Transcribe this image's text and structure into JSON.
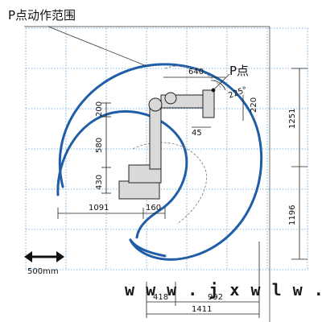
{
  "title": "P点动作范围",
  "p_label": "P点",
  "dimensions": {
    "reach_640": "640",
    "angle_225": "225°",
    "offset_220": "220",
    "offset_45": "45",
    "height_1251": "1251",
    "depth_1196": "1196",
    "height_200": "200",
    "height_580": "580",
    "height_430": "430",
    "back_1091": "1091",
    "base_160": "160",
    "front_418": "418",
    "front_992": "992",
    "total_1411": "1411"
  },
  "scale_bar": {
    "label": "500mm"
  },
  "watermark": "w w w . j x w l w . c n",
  "colors": {
    "envelope": "#1f5da8",
    "grid": "#5aa0dc",
    "line": "#222222"
  }
}
